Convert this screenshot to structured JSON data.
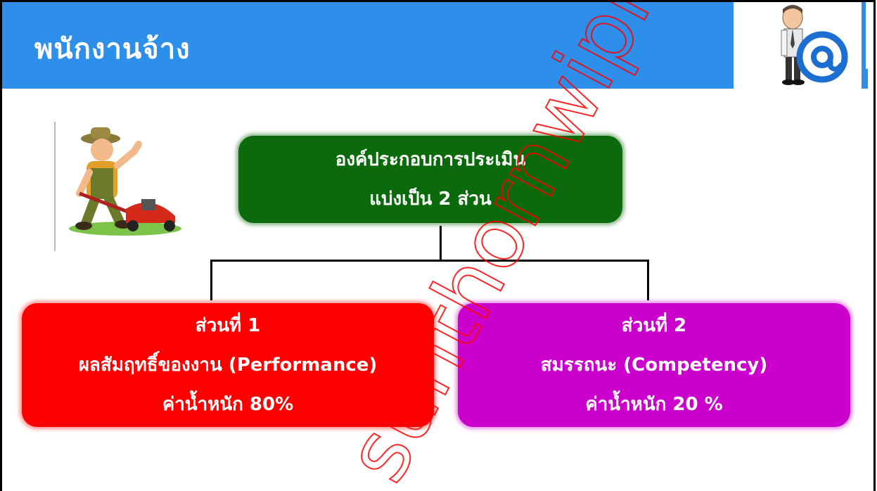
{
  "header": {
    "title": "พนักงานจ้าง",
    "background_color": "#2d8fea",
    "icon": "email-man-icon"
  },
  "illustration": {
    "icon": "lawn-mower-man-icon"
  },
  "diagram": {
    "root": {
      "lines": [
        "องค์ประกอบการประเมิน",
        "แบ่งเป็น 2 ส่วน"
      ],
      "color": "#0b6a0b"
    },
    "parts": [
      {
        "lines": [
          "ส่วนที่ 1",
          "ผลสัมฤทธิ์ของงาน (Performance)",
          "ค่าน้ำหนัก  80%"
        ],
        "color": "#ff0000"
      },
      {
        "lines": [
          "ส่วนที่ 2",
          "สมรรถนะ (Competency)",
          "ค่าน้ำหนัก 20 %"
        ],
        "color": "#cc00cc"
      }
    ]
  },
  "watermark": {
    "text": "sunthornwipha",
    "color": "#ff0000"
  }
}
